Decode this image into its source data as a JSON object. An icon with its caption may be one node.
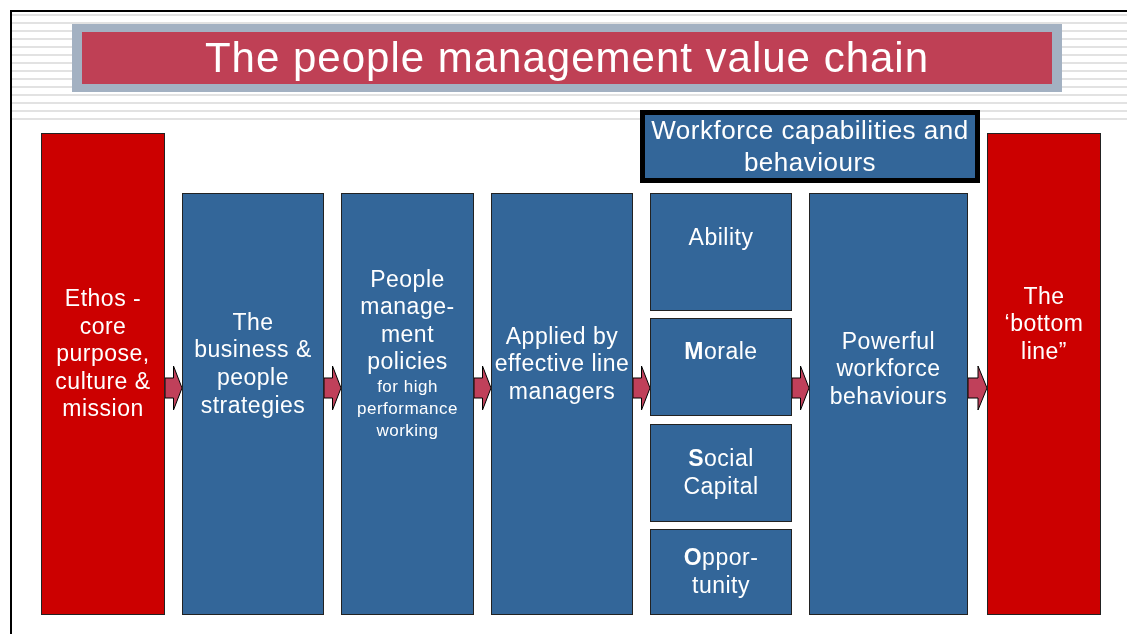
{
  "diagram": {
    "title": "The people management value chain",
    "nodes": [
      {
        "text": [
          "Ethos - core purpose, culture & mission"
        ]
      },
      {
        "text": [
          "The business & people strategies"
        ]
      },
      {
        "text": [
          "People manage- ment policies",
          "for high performance working"
        ]
      },
      {
        "text": [
          "Applied by effective line managers"
        ]
      },
      {
        "text": [
          "Workforce capabilities and behaviours"
        ]
      },
      {
        "text": [
          "Ability"
        ]
      },
      {
        "text": [
          "**M**orale"
        ]
      },
      {
        "text": [
          "**S**ocial Capital"
        ]
      },
      {
        "text": [
          "**O**ppor- tunity"
        ]
      },
      {
        "text": [
          "Powerful workforce behaviours"
        ]
      },
      {
        "text": [
          "The ‘bottom line”"
        ]
      }
    ],
    "edges": [
      {
        "from": 0,
        "to": 1,
        "arrow": "to"
      },
      {
        "from": 1,
        "to": 2,
        "arrow": "to"
      },
      {
        "from": 2,
        "to": 3,
        "arrow": "to"
      },
      {
        "from": 3,
        "to": 6,
        "arrow": "to"
      },
      {
        "from": 6,
        "to": 9,
        "arrow": "to"
      },
      {
        "from": 9,
        "to": 10,
        "arrow": "to"
      }
    ]
  }
}
